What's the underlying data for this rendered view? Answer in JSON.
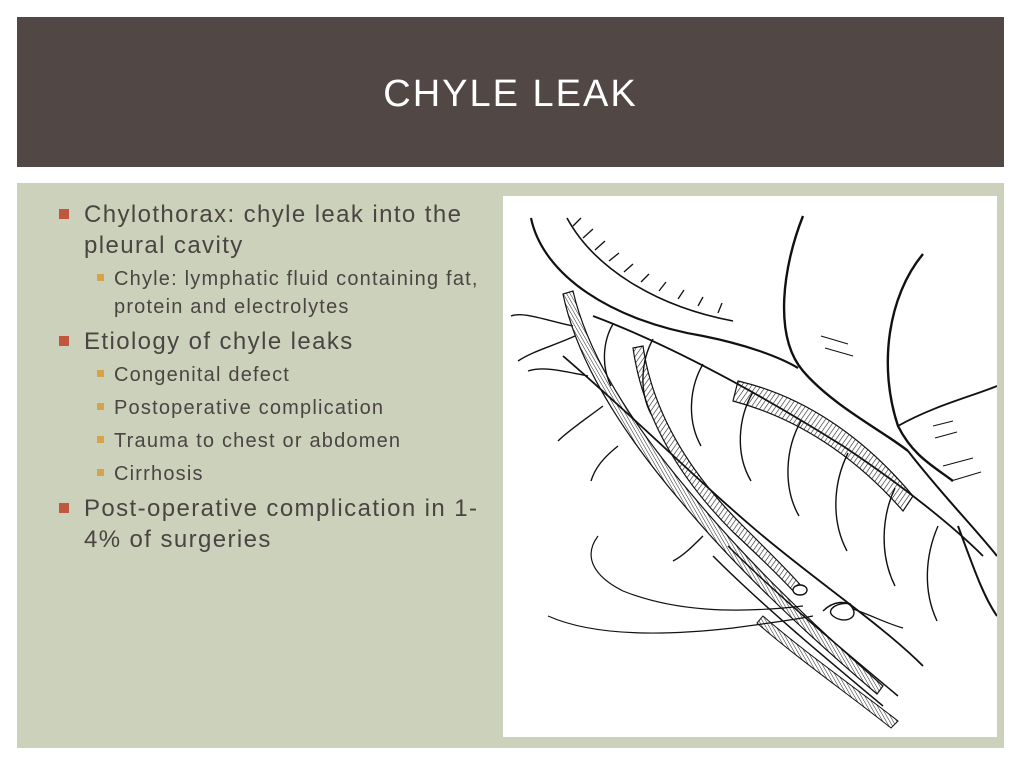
{
  "slide": {
    "title": "CHYLE LEAK"
  },
  "bullets": [
    {
      "text": "Chylothorax: chyle leak into the pleural cavity",
      "sub": [
        "Chyle: lymphatic fluid containing fat, protein and electrolytes"
      ]
    },
    {
      "text": "Etiology of chyle leaks",
      "sub": [
        "Congenital defect",
        "Postoperative complication",
        "Trauma to chest or abdomen",
        "Cirrhosis"
      ]
    },
    {
      "text": "Post-operative complication in 1-4% of surgeries",
      "sub": []
    }
  ],
  "colors": {
    "title_bar": "#514846",
    "content_bg": "#ccd1bb",
    "level1_marker": "#c0563d",
    "level2_marker": "#d8a24a",
    "text": "#4a4442"
  },
  "illustration": {
    "icon": "surgical-anatomy-illustration"
  }
}
